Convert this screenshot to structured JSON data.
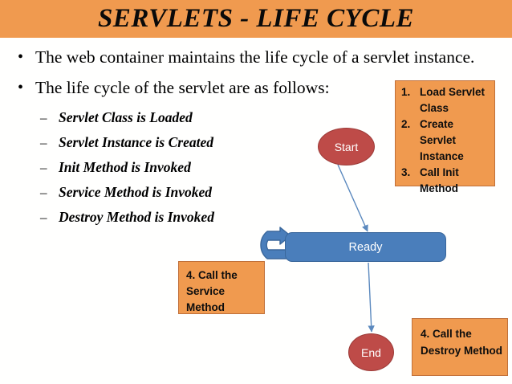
{
  "slide": {
    "title": "SERVLETS - LIFE CYCLE",
    "background_color": "#FFFFFE",
    "accent_orange": "#F09A4F",
    "accent_blue": "#4A7EBB",
    "accent_red": "#BE4B48"
  },
  "bullets": {
    "level1": [
      {
        "marker": "•",
        "text": "The web container maintains the life cycle of a servlet instance."
      },
      {
        "marker": "•",
        "text": "The life cycle of the servlet are as follows:"
      }
    ],
    "level2": [
      {
        "marker": "–",
        "text": "Servlet Class is Loaded"
      },
      {
        "marker": "–",
        "text": "Servlet Instance is Created"
      },
      {
        "marker": "–",
        "text": "Init Method is Invoked"
      },
      {
        "marker": "–",
        "text": "Service Method is Invoked"
      },
      {
        "marker": "–",
        "text": "Destroy Method is Invoked"
      }
    ]
  },
  "diagram": {
    "start_node": "Start",
    "ready_node": "Ready",
    "end_node": "End",
    "callout_top_right": {
      "items": [
        {
          "num": "1.",
          "text": "Load Servlet Class"
        },
        {
          "num": "2.",
          "text": "Create Servlet Instance"
        },
        {
          "num": "3.",
          "text": "Call Init Method"
        }
      ]
    },
    "callout_service": "4. Call the Service Method",
    "callout_destroy": "4. Call the Destroy Method"
  }
}
